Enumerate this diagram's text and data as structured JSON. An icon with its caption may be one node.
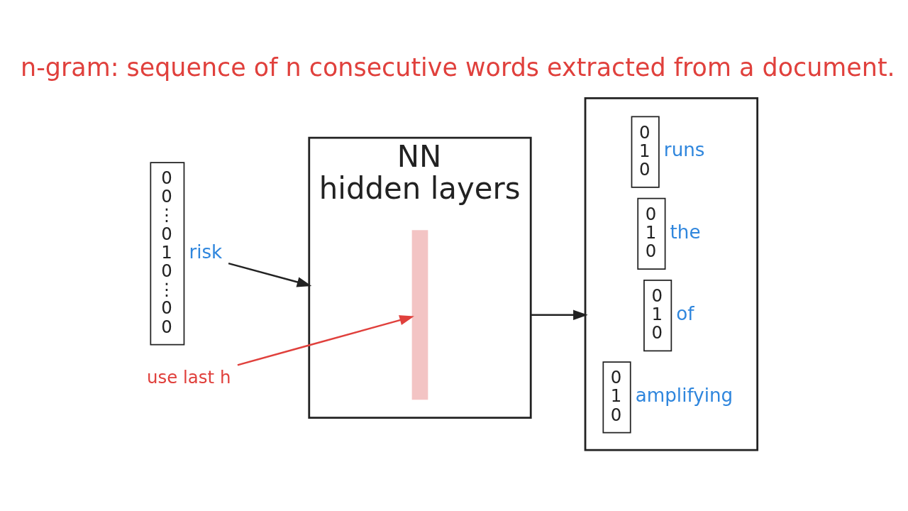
{
  "diagram": {
    "title": "n-gram: sequence of n consecutive words extracted from a document.",
    "nodes": [
      {
        "text": [
          "0",
          "0",
          "⋮",
          "0",
          "1",
          "0",
          "⋮",
          "0",
          "0"
        ],
        "beside": [
          "risk"
        ]
      },
      {
        "text": [
          "NN",
          "hidden layers"
        ]
      },
      {
        "text": [],
        "shape": "bar",
        "in": 1
      },
      {
        "text": [],
        "shape": "box"
      },
      {
        "text": [
          "0",
          "1",
          "0"
        ],
        "beside": [
          "runs"
        ],
        "in": 3
      },
      {
        "text": [
          "0",
          "1",
          "0"
        ],
        "beside": [
          "the"
        ],
        "in": 3
      },
      {
        "text": [
          "0",
          "1",
          "0"
        ],
        "beside": [
          "of"
        ],
        "in": 3
      },
      {
        "text": [
          "0",
          "1",
          "0"
        ],
        "beside": [
          "amplifying"
        ],
        "in": 3
      },
      {
        "text": [
          "use last h"
        ]
      }
    ],
    "edges": [
      {
        "from": 0,
        "to": 1,
        "arrow": "to"
      },
      {
        "from": 1,
        "to": 3,
        "arrow": "to"
      },
      {
        "from": 8,
        "to": 2,
        "arrow": "to",
        "color": "#e0403c"
      }
    ]
  }
}
